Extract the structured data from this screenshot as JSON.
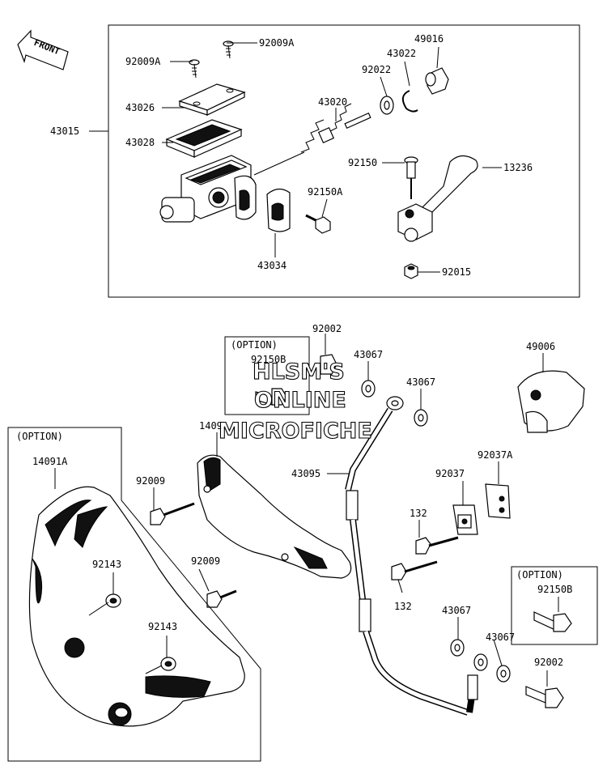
{
  "front_arrow": {
    "label": "FRONT"
  },
  "watermark": {
    "line1": "HLSM'S",
    "line2": "ONLINE",
    "line3": "MICROFICHE"
  },
  "option_labels": {
    "top": "(OPTION)",
    "left": "(OPTION)",
    "right": "(OPTION)"
  },
  "labels": {
    "p92009A_top": "92009A",
    "p92009A_left": "92009A",
    "p43026": "43026",
    "p43028": "43028",
    "p43015": "43015",
    "p43020": "43020",
    "p92022": "92022",
    "p43022": "43022",
    "p49016": "49016",
    "p92150": "92150",
    "p13236": "13236",
    "p92150A": "92150A",
    "p43034": "43034",
    "p92015": "92015",
    "p92002_top": "92002",
    "p92150B_top": "92150B",
    "p43067_a": "43067",
    "p43067_b": "43067",
    "p49006": "49006",
    "p14091": "14091",
    "p14091A": "14091A",
    "p92009_a": "92009",
    "p92009_b": "92009",
    "p43095": "43095",
    "p92037": "92037",
    "p92037A": "92037A",
    "p132_a": "132",
    "p132_b": "132",
    "p92143_a": "92143",
    "p92143_b": "92143",
    "p43067_c": "43067",
    "p43067_d": "43067",
    "p92150B_right": "92150B",
    "p92002_bottom": "92002"
  }
}
